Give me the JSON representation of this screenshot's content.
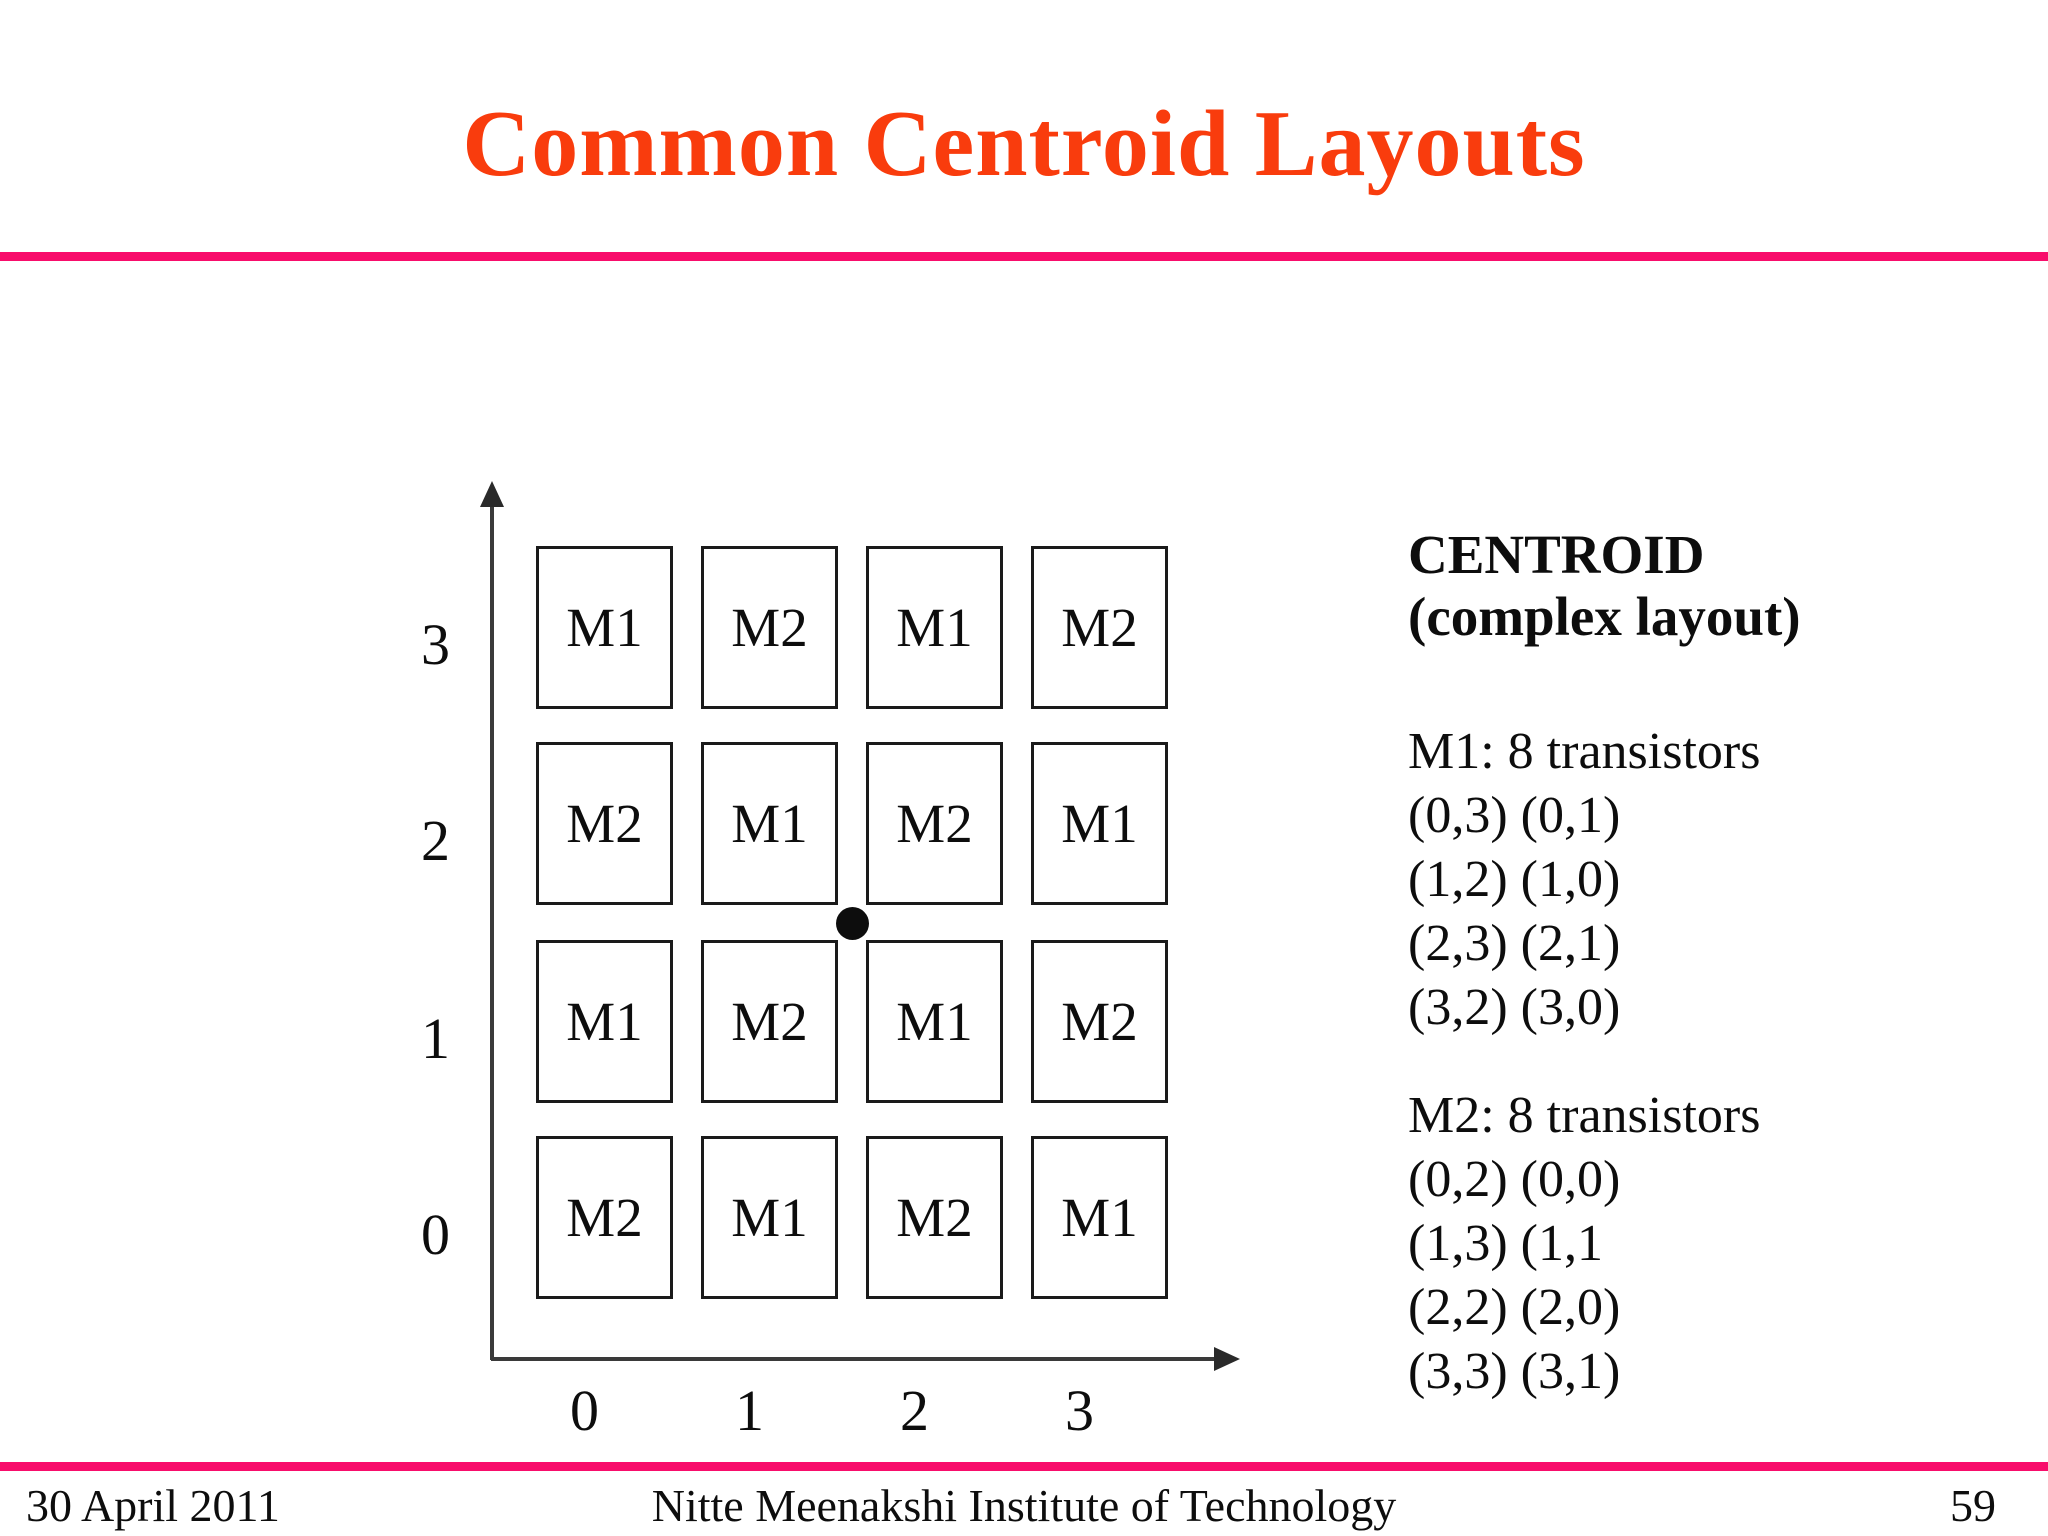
{
  "slide": {
    "title": "Common Centroid Layouts"
  },
  "colors": {
    "title_color": "#f93c0d",
    "accent_line_color": "#f80d6b",
    "text_color": "#0d0d0d"
  },
  "diagram": {
    "grid_rows_top_to_bottom": [
      [
        "M1",
        "M2",
        "M1",
        "M2"
      ],
      [
        "M2",
        "M1",
        "M2",
        "M1"
      ],
      [
        "M1",
        "M2",
        "M1",
        "M2"
      ],
      [
        "M2",
        "M1",
        "M2",
        "M1"
      ]
    ],
    "y_tick_labels_top_to_bottom": [
      "3",
      "2",
      "1",
      "0"
    ],
    "x_tick_labels": [
      "0",
      "1",
      "2",
      "3"
    ],
    "center_dot": "common-centroid-point"
  },
  "annotation": {
    "heading_line1": "CENTROID",
    "heading_line2": "(complex layout)",
    "m1_heading": "M1: 8 transistors",
    "m1_coords": [
      "(0,3) (0,1)",
      "(1,2) (1,0)",
      "(2,3) (2,1)",
      "(3,2) (3,0)"
    ],
    "m2_heading": "M2: 8 transistors",
    "m2_coords": [
      "(0,2) (0,0)",
      "(1,3) (1,1",
      "(2,2) (2,0)",
      "(3,3) (3,1)"
    ]
  },
  "footer": {
    "date": "30 April 2011",
    "institution": "Nitte Meenakshi Institute of Technology",
    "page_number": "59"
  }
}
